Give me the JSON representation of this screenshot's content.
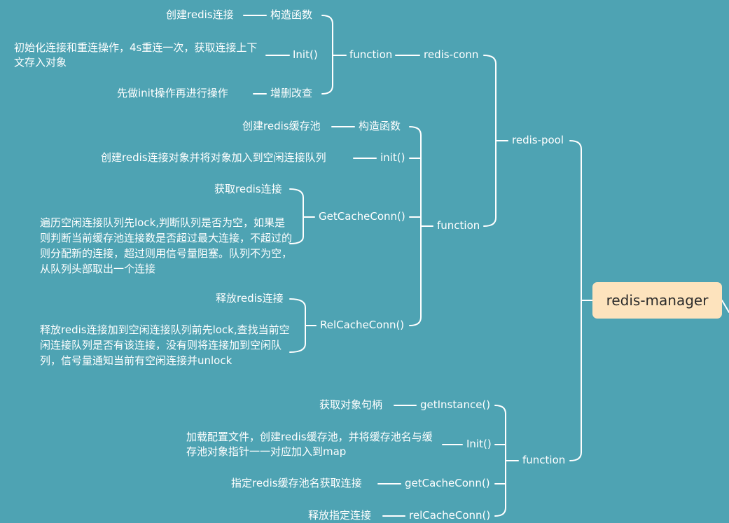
{
  "root": "redis-manager",
  "redis_conn": {
    "label": "redis-conn",
    "function": "function",
    "constructor": {
      "method": "构造函数",
      "desc": "创建redis连接"
    },
    "init": {
      "method": "Init()",
      "desc": "初始化连接和重连操作，4s重连一次，获取连接上下文存入对象"
    },
    "crud": {
      "method": "增删改查",
      "desc": "先做init操作再进行操作"
    }
  },
  "redis_pool": {
    "label": "redis-pool",
    "function": "function",
    "constructor": {
      "method": "构造函数",
      "desc": "创建redis缓存池"
    },
    "init": {
      "method": "init()",
      "desc": "创建redis连接对象并将对象加入到空闲连接队列"
    },
    "get_cache_conn": {
      "method": "GetCacheConn()",
      "desc1": "获取redis连接",
      "desc2": "遍历空闲连接队列先lock,判断队列是否为空，如果是则判断当前缓存池连接数是否超过最大连接，不超过的则分配新的连接，超过则用信号量阻塞。队列不为空，从队列头部取出一个连接"
    },
    "rel_cache_conn": {
      "method": "RelCacheConn()",
      "desc1": "释放redis连接",
      "desc2": "释放redis连接加到空闲连接队列前先lock,查找当前空闲连接队列是否有该连接，没有则将连接加到空闲队列，信号量通知当前有空闲连接并unlock"
    }
  },
  "manager_function": {
    "label": "function",
    "get_instance": {
      "method": "getInstance()",
      "desc": "获取对象句柄"
    },
    "init": {
      "method": "Init()",
      "desc": "加载配置文件，创建redis缓存池，并将缓存池名与缓存池对象指针一一对应加入到map"
    },
    "get_cache_conn": {
      "method": "getCacheConn()",
      "desc": "指定redis缓存池名获取连接"
    },
    "rel_cache_conn": {
      "method": "relCacheConn()",
      "desc": "释放指定连接"
    }
  },
  "colors": {
    "background": "#4ea3b3",
    "root_fill": "#fde3bd",
    "line": "#ffffff"
  }
}
